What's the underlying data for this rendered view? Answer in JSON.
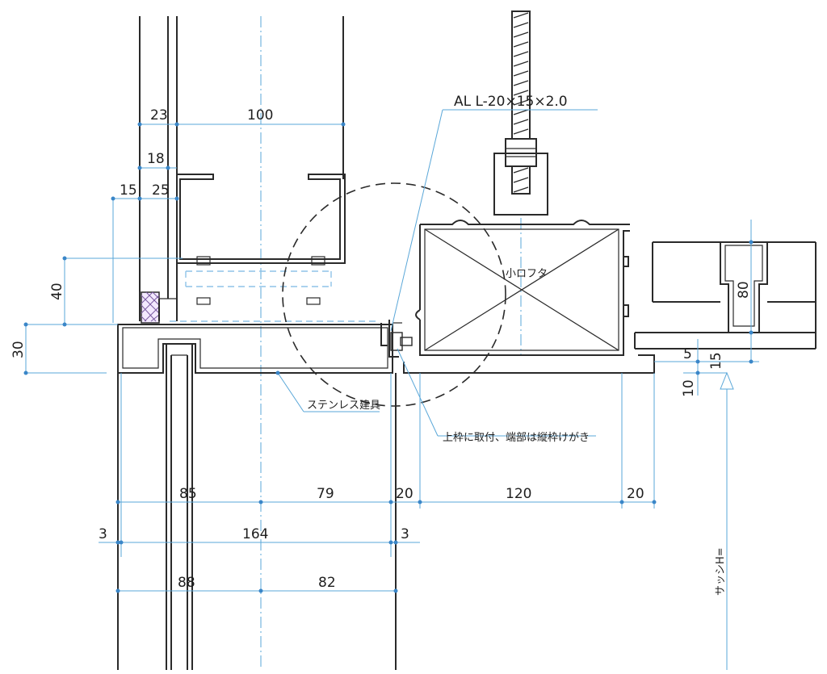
{
  "dimensions": {
    "d23": "23",
    "d100": "100",
    "d18": "18",
    "d15_top": "15",
    "d25": "25",
    "d40": "40",
    "d30": "30",
    "d5": "5",
    "d15_right": "15",
    "d10": "10",
    "d80": "80",
    "d85": "85",
    "d79": "79",
    "d20_left": "20",
    "d120": "120",
    "d20_right": "20",
    "d3_left": "3",
    "d164": "164",
    "d3_right": "3",
    "d88": "88",
    "d82": "82"
  },
  "labels": {
    "angle": "AL  L-20×15×2.0",
    "lid": "小ロフタ",
    "stainless": "ステンレス建具",
    "mount_note": "上枠に取付、端部は縦枠けがき",
    "sash": "サッシH="
  }
}
